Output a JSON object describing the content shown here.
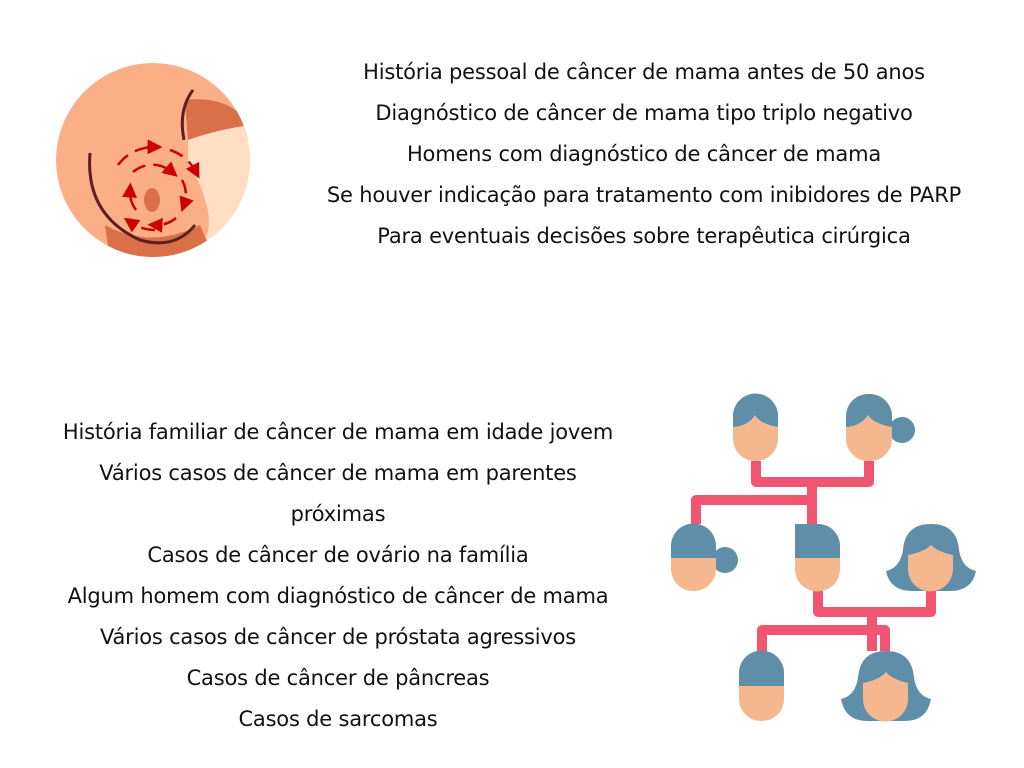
{
  "top_section": {
    "icon": "breast-self-exam-icon",
    "lines": [
      "História pessoal de câncer de mama antes de 50 anos",
      "Diagnóstico de câncer de mama tipo triplo negativo",
      "Homens com diagnóstico de câncer de mama",
      "Se houver indicação para tratamento com inibidores de PARP",
      "Para eventuais decisões sobre terapêutica cirúrgica"
    ]
  },
  "bottom_section": {
    "icon": "family-tree-icon",
    "lines": [
      "História familiar de câncer de mama em idade jovem",
      "Vários casos de câncer de mama em parentes",
      "próximas",
      "Casos de câncer de ovário na família",
      "Algum homem com diagnóstico de câncer de mama",
      "Vários casos de câncer de próstata agressivos",
      "Casos de câncer de pâncreas",
      "Casos de sarcomas"
    ]
  },
  "colors": {
    "skin": "#FCAF87",
    "skin_dark": "#D9704A",
    "skin_light": "#FFDFC4",
    "arrow": "#CC0000",
    "hair": "#5F8EA9",
    "face": "#F5B88E",
    "connector": "#F05672"
  }
}
